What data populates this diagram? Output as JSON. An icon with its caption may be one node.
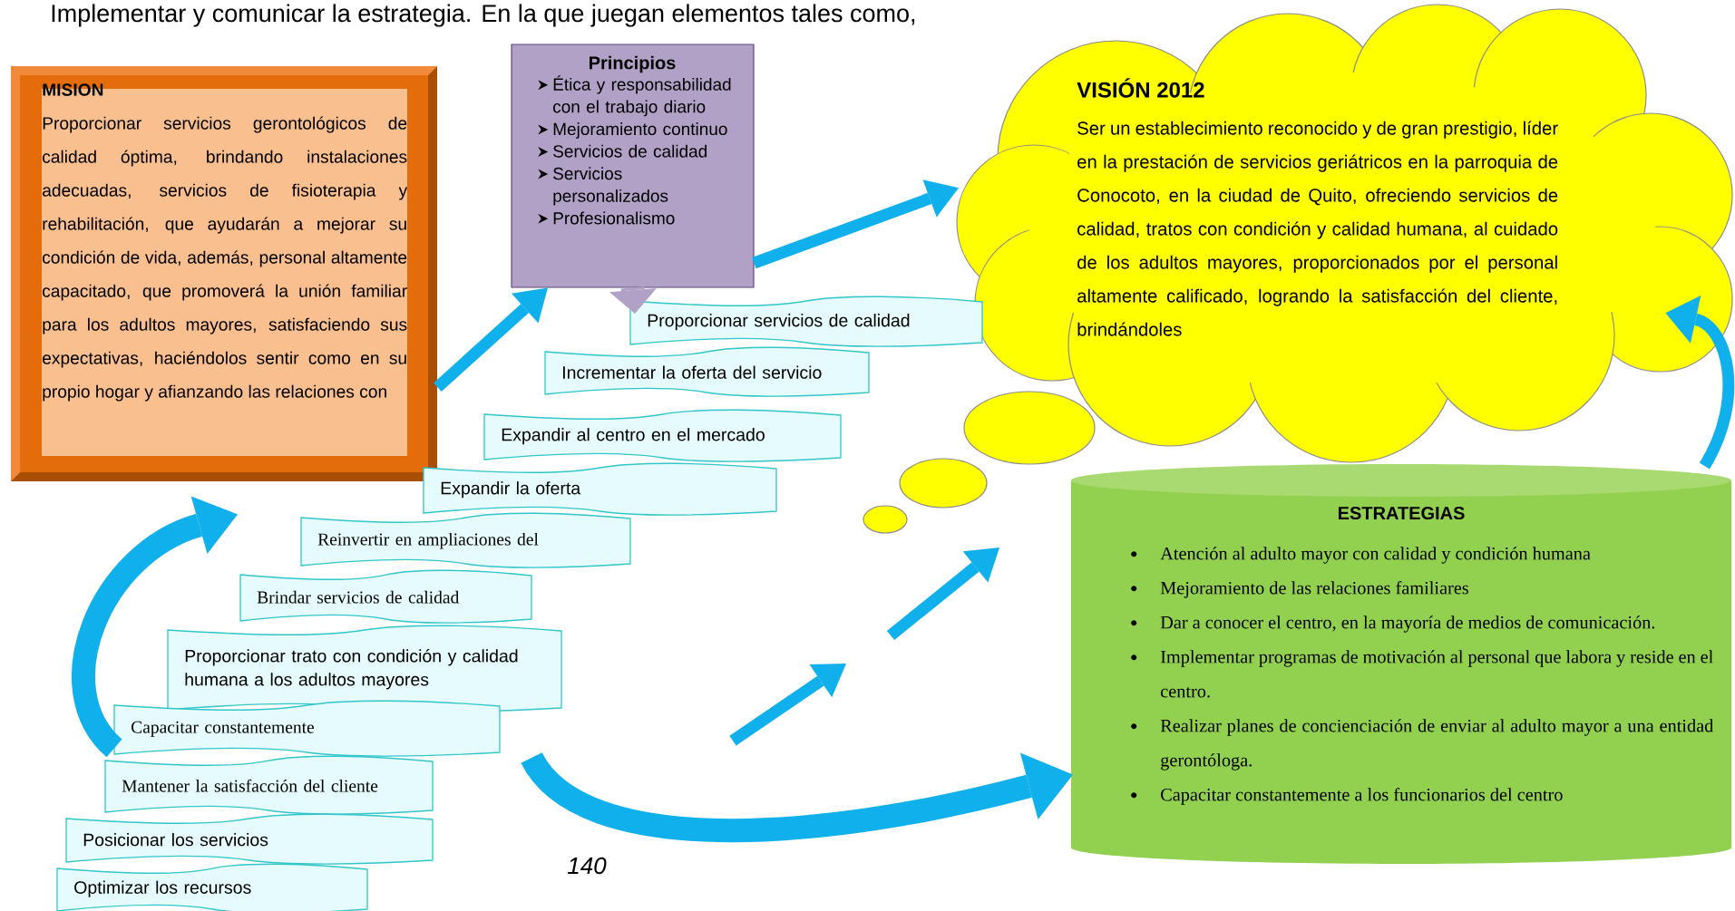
{
  "diagram": {
    "nodes": [
      {
        "text": [
          "MISION",
          "Proporcionar servicios gerontológicos de calidad óptima, brindando instalaciones adecuadas, servicios de fisioterapia y rehabilitación, que ayudarán a mejorar su condición de vida, además, personal altamente capacitado, que promoverá la unión familiar para los adultos mayores, satisfaciendo sus expectativas, haciéndolos sentir como en su propio hogar y afianzando las relaciones con"
        ]
      },
      {
        "text": [
          "Principios",
          "Ética y responsabilidad con el trabajo diario",
          "Mejoramiento continuo",
          "Servicios de calidad",
          "Servicios personalizados",
          "Profesionalismo"
        ]
      },
      {
        "text": [
          "VISIÓN 2012",
          "Ser un establecimiento reconocido y de gran prestigio, líder en la prestación de servicios geriátricos en la parroquia de Conocoto, en la ciudad de Quito, ofreciendo servicios de calidad, tratos con condición y calidad humana, al cuidado de los adultos mayores, proporcionados por el personal altamente calificado, logrando la satisfacción del cliente, brindándoles"
        ]
      },
      {
        "text": [
          "ESTRATEGIAS",
          "Atención al adulto mayor con calidad y condición humana",
          "Mejoramiento de las relaciones familiares",
          "Dar a conocer el centro, en la mayoría de medios de comunicación.",
          "Implementar programas de motivación al personal que labora y reside en el centro.",
          "Realizar planes de concienciación de enviar al adulto mayor a una entidad gerontóloga.",
          "Capacitar constantemente a los funcionarios del centro"
        ]
      },
      {
        "text": [
          "Proporcionar servicios de calidad"
        ]
      },
      {
        "text": [
          "Incrementar la oferta del servicio"
        ]
      },
      {
        "text": [
          "Expandir al centro en el mercado"
        ]
      },
      {
        "text": [
          "Expandir la oferta"
        ]
      },
      {
        "text": [
          "Reinvertir en ampliaciones del"
        ]
      },
      {
        "text": [
          "Brindar servicios de calidad"
        ]
      },
      {
        "text": [
          "Proporcionar trato con condición y calidad humana a los adultos mayores"
        ]
      },
      {
        "text": [
          "Capacitar constantemente"
        ]
      },
      {
        "text": [
          "Mantener la satisfacción del cliente"
        ]
      },
      {
        "text": [
          "Posicionar los servicios"
        ]
      },
      {
        "text": [
          "Optimizar los recursos"
        ]
      }
    ],
    "edges": [
      {
        "from": 0,
        "to": 1,
        "arrow": "to"
      },
      {
        "from": 1,
        "to": 2,
        "arrow": "to"
      },
      {
        "from": 11,
        "to": 0,
        "arrow": "to",
        "style": "thick"
      },
      {
        "from": null,
        "to": 3,
        "arrow": "to",
        "style": "thick"
      },
      {
        "from": 3,
        "to": 2,
        "arrow": "to"
      },
      {
        "from": 1,
        "to": 4,
        "arrow": "to",
        "style": "thick",
        "color": "#b2a1c7"
      }
    ],
    "labels": [
      "Implementar y comunicar la estrategia. En la que juegan elementos tales como,",
      "140"
    ]
  }
}
